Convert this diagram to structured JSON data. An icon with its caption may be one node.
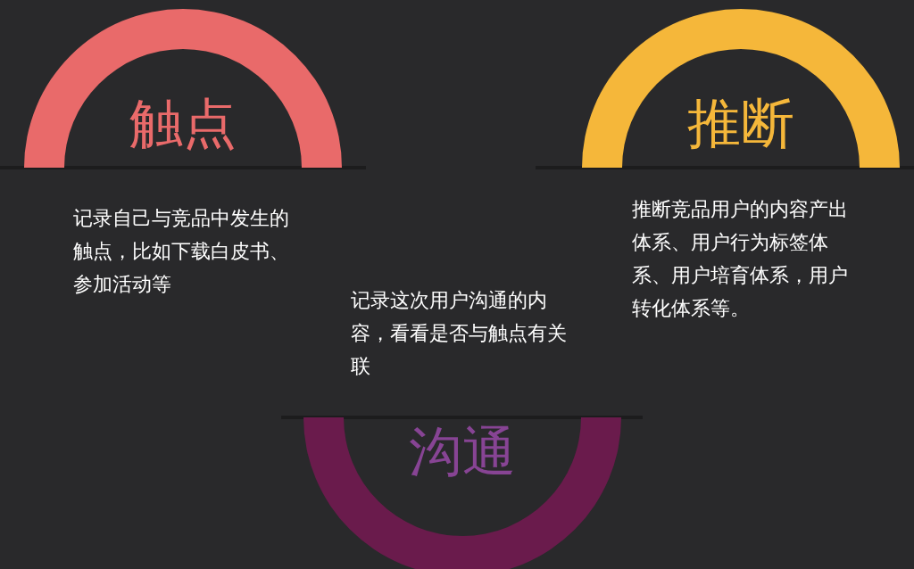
{
  "diagram": {
    "nodes": [
      {
        "text": [
          "触点"
        ],
        "beside": [
          "记录自己与竞品中发生的触点，比如下载白皮书、参加活动等"
        ]
      },
      {
        "text": [
          "推断"
        ],
        "beside": [
          "推断竞品用户的内容产出体系、用户行为标签体系、用户培育体系，用户转化体系等。"
        ]
      },
      {
        "text": [
          "沟通"
        ],
        "beside": [
          "记录这次用户沟通的内容，看看是否与触点有关联"
        ]
      }
    ],
    "edges": []
  }
}
